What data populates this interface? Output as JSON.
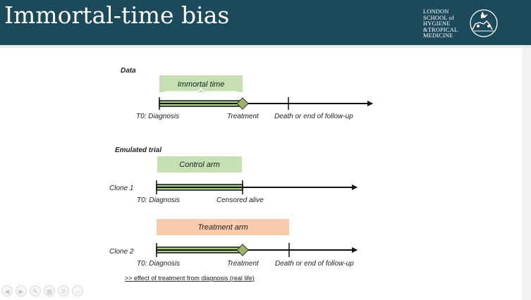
{
  "header": {
    "title": "Immortal-time bias",
    "logo_lines": [
      "LONDON",
      "SCHOOL of",
      "HYGIENE",
      "&TROPICAL",
      "MEDICINE"
    ]
  },
  "diagram": {
    "data_section": {
      "heading": "Data",
      "immortal_time_label": "Immortal time",
      "t0_label": "T0: Diagnosis",
      "treatment_label": "Treatment",
      "end_label": "Death or end of follow-up"
    },
    "emulated_section": {
      "heading": "Emulated trial",
      "control_arm_label": "Control arm",
      "clone1_label": "Clone 1",
      "clone1_t0_label": "T0: Diagnosis",
      "censored_label": "Censored alive",
      "treatment_arm_label": "Treatment arm",
      "clone2_label": "Clone 2",
      "clone2_t0_label": "T0: Diagnosis",
      "clone2_treatment_label": "Treatment",
      "clone2_end_label": "Death or end of follow-up",
      "note": ">> effect of treatment from diagnosis (real life)"
    }
  },
  "colors": {
    "header_bg": "#1d4a5b",
    "green_box": "#c6e0b4",
    "orange_box": "#f8cbad",
    "bar_green": "#a9d08e",
    "diamond": "#9bb56a"
  },
  "icons": [
    "prev-slide-icon",
    "next-slide-icon",
    "pen-icon",
    "gallery-icon",
    "zoom-icon",
    "more-icon"
  ]
}
